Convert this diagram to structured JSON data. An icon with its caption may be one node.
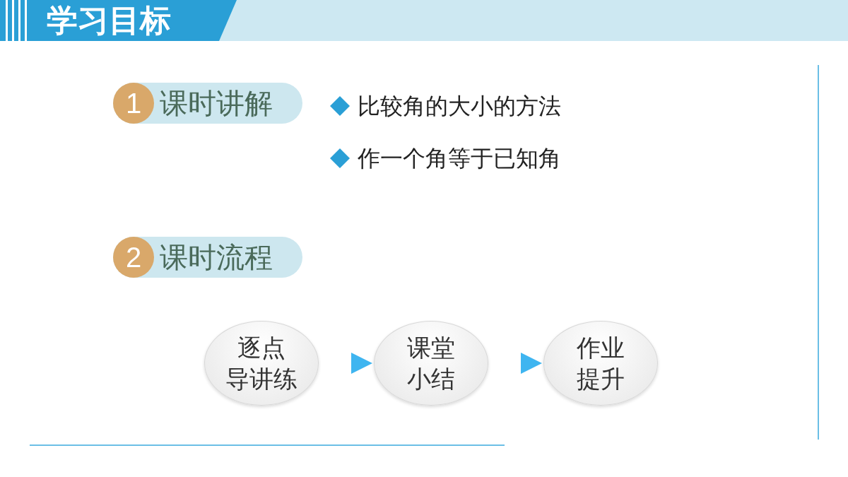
{
  "diagram": {
    "title": "学习目标",
    "nodes": [
      {
        "text": [
          "1",
          "课时讲解"
        ]
      },
      {
        "text": [
          "2",
          "课时流程"
        ]
      },
      {
        "text": [
          "逐点导讲练"
        ]
      },
      {
        "text": [
          "课堂小结"
        ]
      },
      {
        "text": [
          "作业提升"
        ]
      }
    ],
    "edges": [
      {
        "from": 2,
        "to": 3,
        "arrow": "to",
        "style": "thick"
      },
      {
        "from": 3,
        "to": 4,
        "arrow": "to",
        "style": "thick"
      }
    ],
    "labels": [
      "比较角的大小的方法",
      "作一个角等于已知角"
    ]
  }
}
